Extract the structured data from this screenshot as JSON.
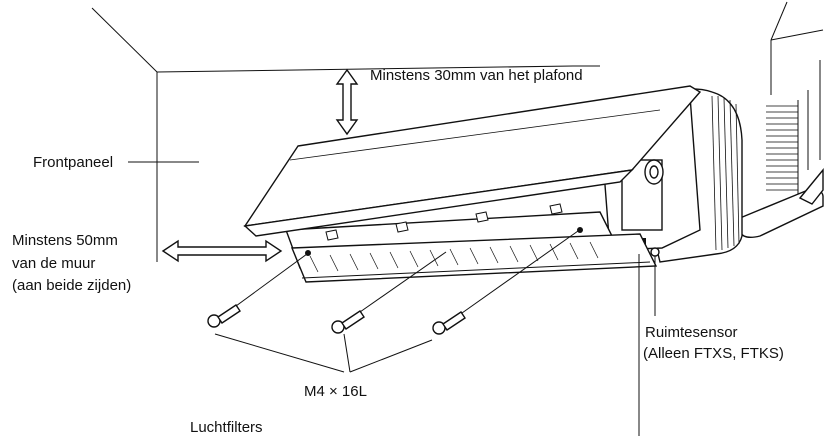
{
  "labels": {
    "ceiling_clearance": "Minstens 30mm van het plafond",
    "front_panel": "Frontpaneel",
    "wall_clearance_1": "Minstens 50mm",
    "wall_clearance_2": "van de muur",
    "wall_clearance_3": "(aan beide zijden)",
    "room_sensor_1": "Ruimtesensor",
    "room_sensor_2": "(Alleen FTXS, FTKS)",
    "screw_spec": "M4 × 16L",
    "air_filters": "Luchtfilters"
  }
}
